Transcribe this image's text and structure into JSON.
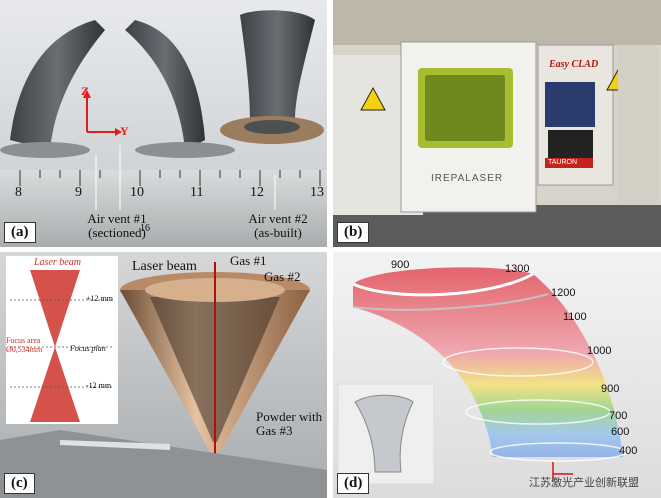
{
  "panels": {
    "a": {
      "label": "(a)",
      "axis_z": "Z",
      "axis_y": "Y",
      "vent1_line1": "Air vent #1",
      "vent1_line2": "(sectioned)",
      "vent2_line1": "Air vent #2",
      "vent2_line2": "(as-built)",
      "ruler_numbers": [
        "8",
        "9",
        "10",
        "11",
        "12",
        "13"
      ],
      "ruler_small": "16"
    },
    "b": {
      "label": "(b)",
      "brand": "IREPALASER",
      "machine": "Easy CLAD",
      "badge": "TAURON"
    },
    "c": {
      "label": "(c)",
      "laser_beam_small": "Laser beam",
      "plus12": "+12 mm",
      "focus_area_1": "Focus area",
      "focus_area_2": "Ø0,534mm",
      "focus_plan": "Focus plan",
      "minus12": "-12 mm",
      "laser_beam": "Laser beam",
      "gas1": "Gas #1",
      "gas2": "Gas #2",
      "powder1": "Powder with",
      "powder2": "Gas #3"
    },
    "d": {
      "label": "(d)",
      "values": [
        "900",
        "1300",
        "1200",
        "1100",
        "1000",
        "900",
        "700",
        "600",
        "400"
      ],
      "watermark": "江苏激光产业创新联盟"
    }
  }
}
